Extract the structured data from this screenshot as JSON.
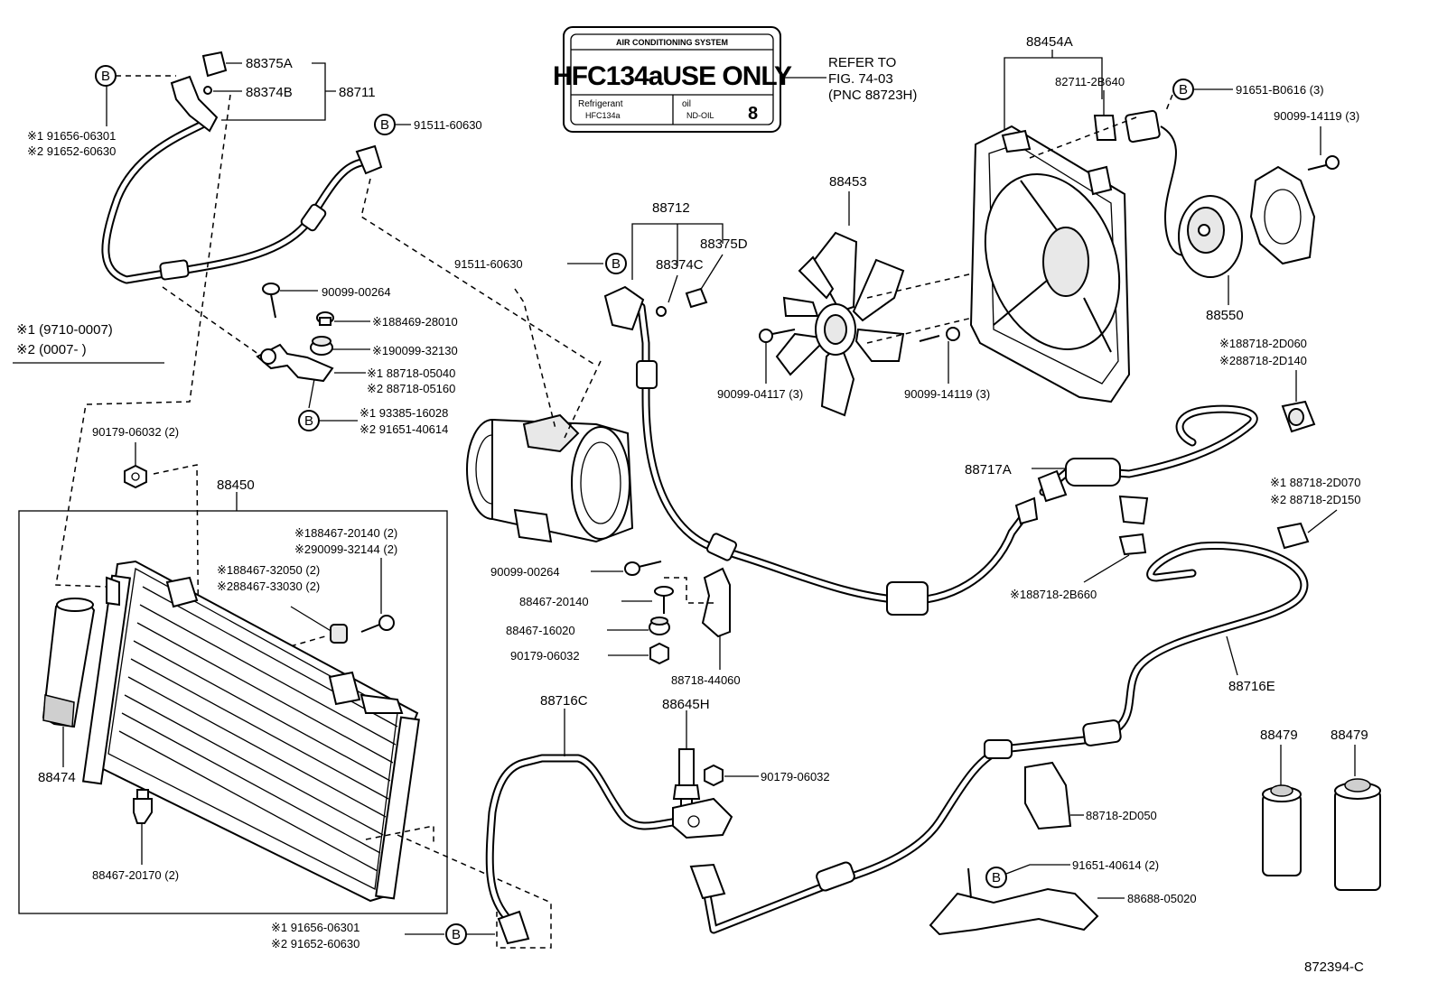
{
  "label_plate": {
    "header": "AIR CONDITIONING SYSTEM",
    "main": "HFC134aUSE ONLY",
    "refrigerant_label": "Refrigerant",
    "refrigerant_value": "HFC134a",
    "oil_label": "oil",
    "oil_value": "ND-OIL",
    "oil_number": "8"
  },
  "refer": {
    "line1": "REFER TO",
    "line2": "FIG. 74-03",
    "line3": "(PNC 88723H)"
  },
  "legend": {
    "item1": "※1 (9710-0007)",
    "item2": "※2 (0007-          )"
  },
  "figure_number": "872394-C",
  "bolt_marker": "B",
  "labels": {
    "p88375A": "88375A",
    "p88374B": "88374B",
    "p88711": "88711",
    "p91656_top_1": "※1 91656-06301",
    "p91652_top_2": "※2 91652-60630",
    "p91511_top": "91511-60630",
    "p90099_00264_top": "90099-00264",
    "p188469": "※188469-28010",
    "p190099": "※190099-32130",
    "p188718_05040": "※1 88718-05040",
    "p288718_05160": "※2 88718-05160",
    "p193385": "※1 93385-16028",
    "p291651": "※2 91651-40614",
    "p90179_top": "90179-06032 (2)",
    "p88450": "88450",
    "p188467_20140": "※188467-20140 (2)",
    "p290099_32144": "※290099-32144 (2)",
    "p188467_32050": "※188467-32050 (2)",
    "p288467_33030": "※288467-33030 (2)",
    "p88474": "88474",
    "p88467_20170": "88467-20170 (2)",
    "p91656_bot_1": "※1 91656-06301",
    "p91652_bot_2": "※2 91652-60630",
    "p88712": "88712",
    "p88375D": "88375D",
    "p88374C": "88374C",
    "p91511_mid": "91511-60630",
    "p90099_00264_mid": "90099-00264",
    "p88467_20140": "88467-20140",
    "p88467_16020": "88467-16020",
    "p90179_mid": "90179-06032",
    "p88718_44060": "88718-44060",
    "p88716C": "88716C",
    "p88645H": "88645H",
    "p90179_bot": "90179-06032",
    "p88453": "88453",
    "p90099_04117": "90099-04117 (3)",
    "p90099_14119_mid": "90099-14119 (3)",
    "p88454A": "88454A",
    "p82711": "82711-2B640",
    "p91651_B0616": "91651-B0616 (3)",
    "p90099_14119_top": "90099-14119 (3)",
    "p88550": "88550",
    "p188718_2D060": "※188718-2D060",
    "p288718_2D140": "※288718-2D140",
    "p88717A": "88717A",
    "p188718_2D070": "※1 88718-2D070",
    "p288718_2D150": "※2 88718-2D150",
    "p188718_2B660": "※188718-2B660",
    "p88716E": "88716E",
    "p88718_2D050": "88718-2D050",
    "p91651_40614": "91651-40614 (2)",
    "p88688": "88688-05020",
    "p88479_a": "88479",
    "p88479_b": "88479"
  }
}
